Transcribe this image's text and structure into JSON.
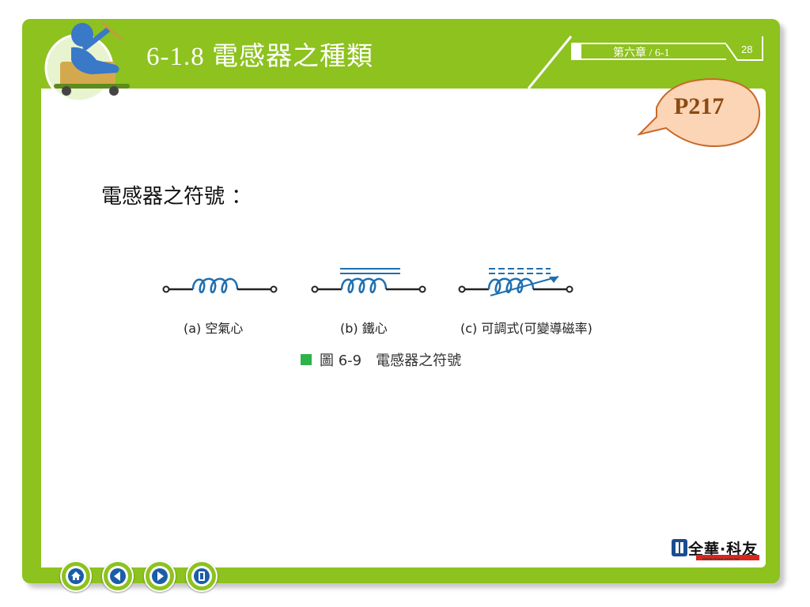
{
  "header": {
    "title": "6-1.8 電感器之種類",
    "chapter_label": "第六章 / 6-1",
    "page_number": "28"
  },
  "badge": {
    "label": "P217"
  },
  "content": {
    "heading": "電感器之符號 ：",
    "symbols": [
      {
        "label": "(a) 空氣心"
      },
      {
        "label": "(b) 鐵心"
      },
      {
        "label": "(c) 可調式(可變導磁率)"
      }
    ],
    "caption": "圖 6-9　電感器之符號"
  },
  "logo": {
    "name": "全華·科友",
    "url": "www.chwa.com.tw"
  },
  "nav": {
    "buttons": [
      {
        "icon": "home-icon"
      },
      {
        "icon": "previous-icon"
      },
      {
        "icon": "next-icon"
      },
      {
        "icon": "exit-icon"
      }
    ]
  },
  "colors": {
    "frame_green": "#8dc21f",
    "badge_fill": "#fbd5b5",
    "badge_stroke": "#c8692a",
    "badge_text": "#8a4a12",
    "coil_blue": "#1f6fb0",
    "nav_blue": "#1a5ea8",
    "caption_square": "#2eb24a"
  }
}
